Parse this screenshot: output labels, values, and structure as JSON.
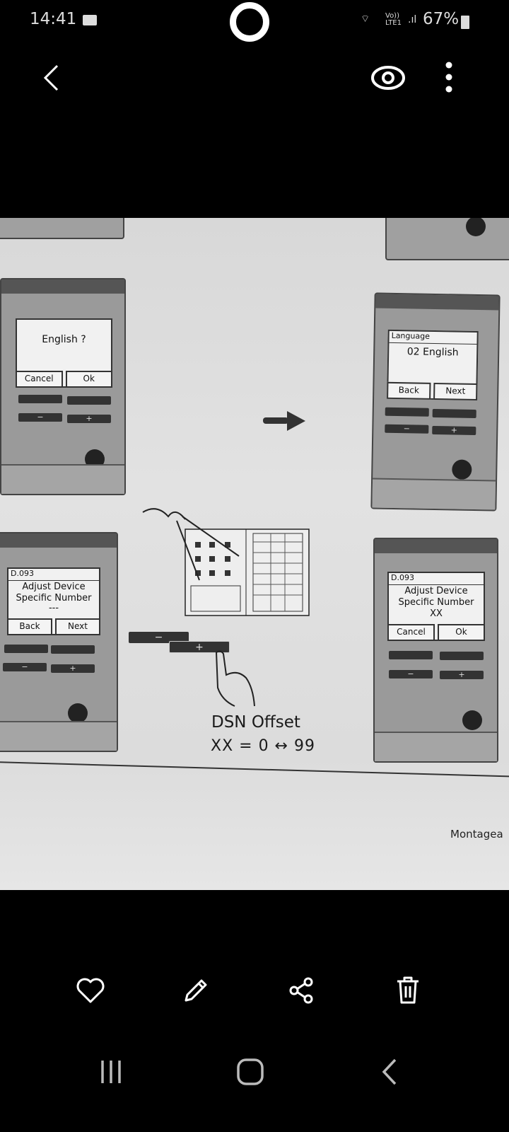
{
  "status_bar": {
    "time": "14:41",
    "network": "Vo)) LTE1",
    "battery": "67%"
  },
  "photo": {
    "panel_tl": {
      "text": "English ?",
      "left_key": "Cancel",
      "right_key": "Ok"
    },
    "panel_tr": {
      "header": "Language",
      "text": "02 English",
      "left_key": "Back",
      "right_key": "Next"
    },
    "panel_bl": {
      "header": "D.093",
      "line1": "Adjust Device",
      "line2": "Specific Number",
      "line3": "---",
      "left_key": "Back",
      "right_key": "Next"
    },
    "panel_br": {
      "header": "D.093",
      "line1": "Adjust Device",
      "line2": "Specific Number",
      "line3": "XX",
      "left_key": "Cancel",
      "right_key": "Ok"
    },
    "minus": "−",
    "plus": "+",
    "dsn_title": "DSN Offset",
    "dsn_range": "XX = 0 ↔ 99",
    "footer_text": "Montagea"
  }
}
